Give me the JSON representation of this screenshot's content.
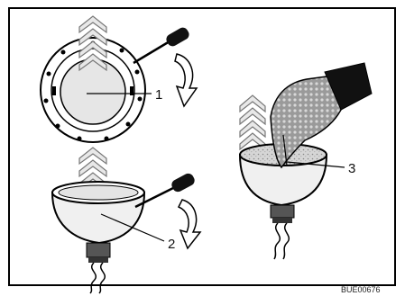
{
  "callouts": [
    {
      "label": "1"
    },
    {
      "label": "2"
    },
    {
      "label": "3"
    }
  ],
  "figure_code": "BUE00676",
  "icons": [
    "screwdriver-icon",
    "rotate-arrow-icon",
    "chevron-arrow-icon",
    "gloved-hand-icon",
    "twisted-wire-icon"
  ]
}
